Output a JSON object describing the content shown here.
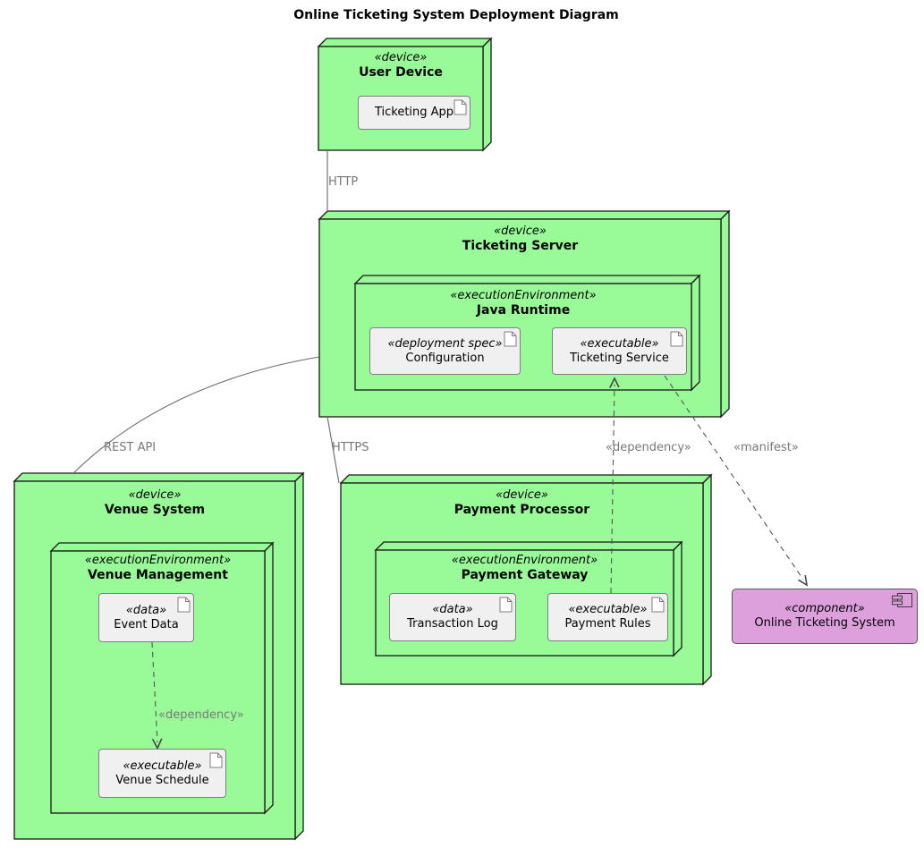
{
  "title": "Online Ticketing System Deployment Diagram",
  "colors": {
    "node_fill": "#98FB98",
    "node_border": "#181818",
    "artifact_fill": "#F0F0F0",
    "artifact_border": "#7F7F7F",
    "component_fill": "#DDA0DD",
    "connector_line": "#6B6B6B",
    "connector_label": "#787878"
  },
  "nodes": {
    "user_device": {
      "stereotype": "«device»",
      "name": "User Device"
    },
    "ticketing_server": {
      "stereotype": "«device»",
      "name": "Ticketing Server"
    },
    "java_runtime": {
      "stereotype": "«executionEnvironment»",
      "name": "Java Runtime"
    },
    "venue_system": {
      "stereotype": "«device»",
      "name": "Venue System"
    },
    "venue_management": {
      "stereotype": "«executionEnvironment»",
      "name": "Venue Management"
    },
    "payment_processor": {
      "stereotype": "«device»",
      "name": "Payment Processor"
    },
    "payment_gateway": {
      "stereotype": "«executionEnvironment»",
      "name": "Payment Gateway"
    }
  },
  "artifacts": {
    "ticketing_app": {
      "name": "Ticketing App"
    },
    "configuration": {
      "stereotype": "«deployment spec»",
      "name": "Configuration"
    },
    "ticketing_service": {
      "stereotype": "«executable»",
      "name": "Ticketing Service"
    },
    "event_data": {
      "stereotype": "«data»",
      "name": "Event Data"
    },
    "venue_schedule": {
      "stereotype": "«executable»",
      "name": "Venue Schedule"
    },
    "transaction_log": {
      "stereotype": "«data»",
      "name": "Transaction Log"
    },
    "payment_rules": {
      "stereotype": "«executable»",
      "name": "Payment Rules"
    }
  },
  "component": {
    "stereotype": "«component»",
    "name": "Online Ticketing System"
  },
  "connections": {
    "http": {
      "label": "HTTP"
    },
    "https": {
      "label": "HTTPS"
    },
    "rest_api": {
      "label": "REST API"
    },
    "dependency_venue": {
      "label": "«dependency»"
    },
    "dependency_payment": {
      "label": "«dependency»"
    },
    "manifest": {
      "label": "«manifest»"
    }
  }
}
